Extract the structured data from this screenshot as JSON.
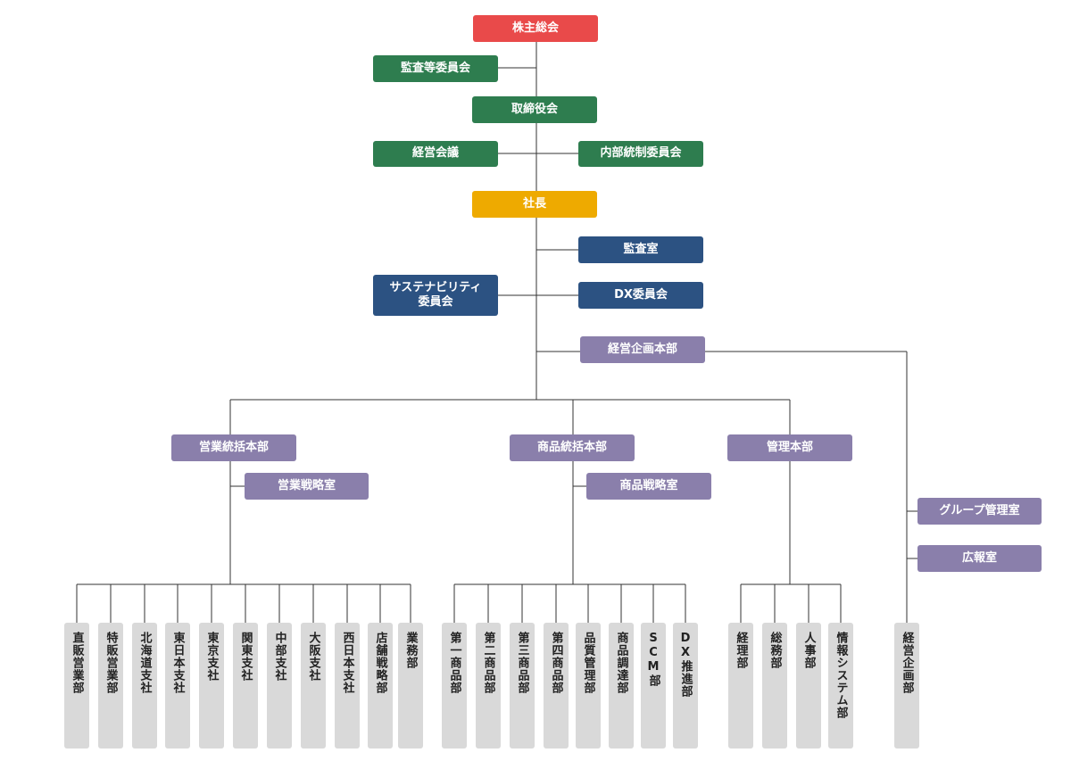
{
  "top": {
    "shareholders": "株主総会",
    "audit_committee": "監査等委員会",
    "board": "取締役会",
    "management_meeting": "経営会議",
    "internal_control_committee": "内部統制委員会",
    "president": "社長",
    "audit_office": "監査室",
    "sustainability_committee": "サステナビリティ委員会",
    "dx_committee": "DX委員会",
    "corporate_planning": "経営企画本部"
  },
  "divisions": {
    "sales_hq": "営業統括本部",
    "sales_strategy": "営業戦略室",
    "product_hq": "商品統括本部",
    "product_strategy": "商品戦略室",
    "admin_hq": "管理本部",
    "group_management": "グループ管理室",
    "pr_office": "広報室"
  },
  "departments": {
    "sales": [
      "直販営業部",
      "特販営業部",
      "北海道支社",
      "東日本支社",
      "東京支社",
      "関東支社",
      "中部支社",
      "大阪支社",
      "西日本支社",
      "店舗戦略部",
      "業務部"
    ],
    "product": [
      "第一商品部",
      "第二商品部",
      "第三商品部",
      "第四商品部",
      "品質管理部",
      "商品調達部",
      "SCM部",
      "DX推進部"
    ],
    "admin": [
      "経理部",
      "総務部",
      "人事部",
      "情報システム部"
    ],
    "planning": [
      "経営企画部"
    ]
  },
  "colors": {
    "governance_red": "#e94a4a",
    "board_green": "#2e7d4f",
    "president_yellow": "#eeaa00",
    "committee_blue": "#2c5282",
    "division_purple": "#8a7fab",
    "department_gray": "#d9d9d9",
    "connector": "#333333"
  }
}
